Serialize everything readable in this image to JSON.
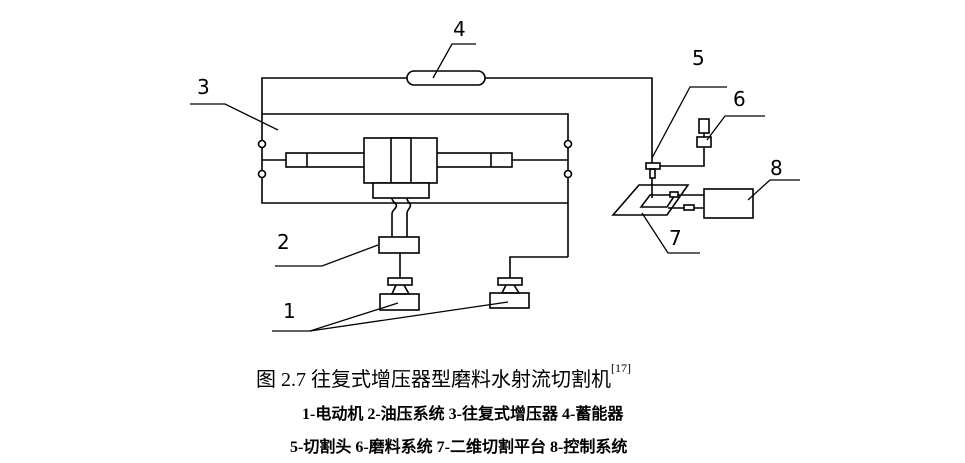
{
  "labels": {
    "l1": "1",
    "l2": "2",
    "l3": "3",
    "l4": "4",
    "l5": "5",
    "l6": "6",
    "l7": "7",
    "l8": "8"
  },
  "caption": {
    "title": "图 2.7  往复式增压器型磨料水射流切割机",
    "ref": "[17]",
    "legend_line1": "1-电动机  2-油压系统  3-往复式增压器  4-蓄能器",
    "legend_line2": "5-切割头  6-磨料系统  7-二维切割平台  8-控制系统"
  }
}
